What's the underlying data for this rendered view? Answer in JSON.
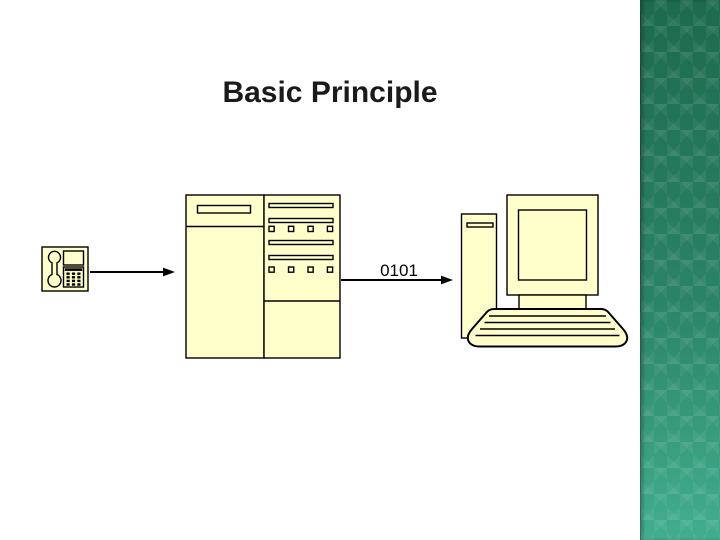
{
  "slide": {
    "title": "Basic Principle",
    "diagram": {
      "signal_label": "0101",
      "icons": [
        "telephone-icon",
        "switch-cabinet-icon",
        "desktop-computer-icon"
      ],
      "flow": "telephone -> switch-cabinet -> computer"
    }
  },
  "colors": {
    "background": "#ffffff",
    "title_text": "#1a1a1a",
    "shape_fill": "#ffffcc",
    "shape_stroke": "#000000",
    "sidebar_top": "#1d6a4e",
    "sidebar_bottom": "#42ae8d"
  }
}
